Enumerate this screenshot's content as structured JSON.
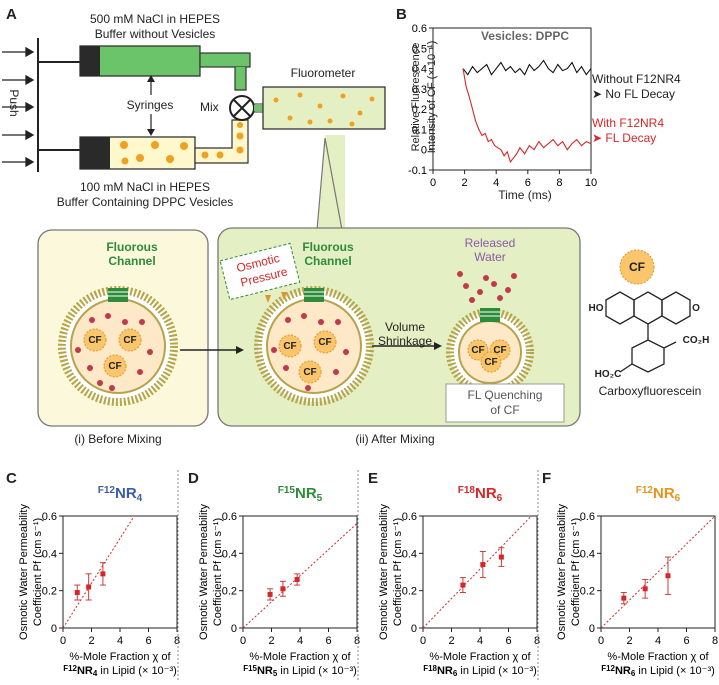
{
  "panels": {
    "A": "A",
    "B": "B",
    "C": "C",
    "D": "D",
    "E": "E",
    "F": "F"
  },
  "setup": {
    "top_syringe_line1": "500 mM NaCl in HEPES",
    "top_syringe_line2": "Buffer without Vesicles",
    "bottom_syringe_line1": "100 mM NaCl in HEPES",
    "bottom_syringe_line2": "Buffer Containing DPPC Vesicles",
    "syringes": "Syringes",
    "mix": "Mix",
    "push": "Push",
    "fluorometer": "Fluorometer"
  },
  "schematic": {
    "fluorous_channel_line1": "Fluorous",
    "fluorous_channel_line2": "Channel",
    "osmotic_line1": "Osmotic",
    "osmotic_line2": "Pressure",
    "volume_line1": "Volume",
    "volume_line2": "Shrinkage",
    "released_line1": "Released",
    "released_line2": "Water",
    "cf": "CF",
    "fl_quench_line1": "FL Quenching",
    "fl_quench_line2": "of CF",
    "before": "(i) Before Mixing",
    "after": "(ii) After Mixing",
    "carboxy": "Carboxyfluorescein",
    "ho": "HO",
    "o": "O",
    "co2h": "CO₂H",
    "ho2c": "HO₂C"
  },
  "chart_b": {
    "title": "Vesicles: DPPC",
    "ylabel_line1": "Relative Fluorescence",
    "ylabel_line2": "Intensity of CF (× 10⁻¹)",
    "xlabel": "Time (ms)",
    "without_line1": "Without F12NR4",
    "without_line2": "➤ No FL Decay",
    "with_line1": "With F12NR4",
    "with_line2": "➤ FL Decay",
    "color_without": "#111111",
    "color_with": "#d62728"
  },
  "chart_data": [
    {
      "type": "line",
      "xlabel": "Time (ms)",
      "ylabel": "Relative Fluorescence Intensity of CF (× 10⁻¹)",
      "xlim": [
        0,
        10
      ],
      "ylim": [
        -0.1,
        0.6
      ],
      "xticks": [
        0,
        2,
        4,
        6,
        8,
        10
      ],
      "yticks": [
        -0.1,
        0,
        0.1,
        0.2,
        0.3,
        0.4,
        0.5,
        0.6
      ],
      "series": [
        {
          "name": "Without F12NR4",
          "x": [
            1.9,
            2.2,
            2.5,
            2.8,
            3.1,
            3.4,
            3.7,
            4.0,
            4.3,
            4.6,
            4.9,
            5.2,
            5.5,
            5.8,
            6.1,
            6.4,
            6.7,
            7.0,
            7.3,
            7.6,
            7.9,
            8.2,
            8.5,
            8.8,
            9.1,
            9.4,
            9.7,
            10.0
          ],
          "y": [
            0.4,
            0.37,
            0.41,
            0.38,
            0.4,
            0.42,
            0.37,
            0.4,
            0.43,
            0.39,
            0.41,
            0.38,
            0.4,
            0.37,
            0.42,
            0.39,
            0.41,
            0.44,
            0.4,
            0.38,
            0.42,
            0.39,
            0.4,
            0.43,
            0.38,
            0.41,
            0.37,
            0.4
          ]
        },
        {
          "name": "With F12NR4",
          "x": [
            1.9,
            2.1,
            2.3,
            2.5,
            2.7,
            2.9,
            3.1,
            3.3,
            3.5,
            3.7,
            3.9,
            4.1,
            4.3,
            4.5,
            4.7,
            4.9,
            5.1,
            5.3,
            5.5,
            5.8,
            6.1,
            6.4,
            6.7,
            7.0,
            7.3,
            7.6,
            7.9,
            8.2,
            8.5,
            8.8,
            9.1,
            9.4,
            9.7,
            10.0
          ],
          "y": [
            0.4,
            0.31,
            0.26,
            0.2,
            0.14,
            0.1,
            0.07,
            0.08,
            0.04,
            0.05,
            0.02,
            0.01,
            0.0,
            -0.03,
            -0.01,
            -0.06,
            -0.04,
            -0.02,
            0.01,
            -0.02,
            0.02,
            0.0,
            0.04,
            0.01,
            0.03,
            0.05,
            0.02,
            0.04,
            0.0,
            0.03,
            0.05,
            0.02,
            0.04,
            0.03
          ]
        }
      ]
    },
    {
      "type": "scatter",
      "title": "F12NR4",
      "x": [
        1.0,
        1.8,
        2.8
      ],
      "y": [
        0.19,
        0.22,
        0.29
      ],
      "yerr": [
        0.04,
        0.07,
        0.06
      ],
      "fit_line": {
        "x": [
          0,
          5
        ],
        "y": [
          0,
          0.6
        ]
      },
      "xlim": [
        0,
        8
      ],
      "ylim": [
        0,
        0.6
      ]
    },
    {
      "type": "scatter",
      "title": "F15NR5",
      "x": [
        1.9,
        2.8,
        3.8
      ],
      "y": [
        0.18,
        0.21,
        0.26
      ],
      "yerr": [
        0.03,
        0.04,
        0.03
      ],
      "fit_line": {
        "x": [
          0,
          8
        ],
        "y": [
          0,
          0.56
        ]
      },
      "xlim": [
        0,
        8
      ],
      "ylim": [
        0,
        0.6
      ]
    },
    {
      "type": "scatter",
      "title": "F18NR6",
      "x": [
        2.8,
        4.2,
        5.5
      ],
      "y": [
        0.23,
        0.34,
        0.38
      ],
      "yerr": [
        0.04,
        0.07,
        0.05
      ],
      "fit_line": {
        "x": [
          0,
          7.6
        ],
        "y": [
          0,
          0.6
        ]
      },
      "xlim": [
        0,
        8
      ],
      "ylim": [
        0,
        0.6
      ]
    },
    {
      "type": "scatter",
      "title": "F12NR6",
      "x": [
        1.6,
        3.1,
        4.7
      ],
      "y": [
        0.16,
        0.21,
        0.28
      ],
      "yerr": [
        0.03,
        0.05,
        0.1
      ],
      "fit_line": {
        "x": [
          0,
          8
        ],
        "y": [
          0,
          0.6
        ]
      },
      "xlim": [
        0,
        8
      ],
      "ylim": [
        0,
        0.6
      ]
    }
  ],
  "small_charts": [
    {
      "prefix": "F12",
      "main": "NR",
      "sub": "4",
      "color": "#3a5ca8",
      "xlab_line1": "%-Mole Fraction χ of",
      "xlab_sup": "F12",
      "xlab_main": "NR",
      "xlab_sub": "4",
      "xlab_tail": " in Lipid (× 10⁻³)"
    },
    {
      "prefix": "F15",
      "main": "NR",
      "sub": "5",
      "color": "#2e8b3a",
      "xlab_line1": "%-Mole Fraction χ of",
      "xlab_sup": "F15",
      "xlab_main": "NR",
      "xlab_sub": "5",
      "xlab_tail": " in Lipid (× 10⁻³)"
    },
    {
      "prefix": "F18",
      "main": "NR",
      "sub": "6",
      "color": "#d62728",
      "xlab_line1": "%-Mole Fraction χ of",
      "xlab_sup": "F18",
      "xlab_main": "NR",
      "xlab_sub": "6",
      "xlab_tail": " in Lipid (× 10⁻³)"
    },
    {
      "prefix": "F12",
      "main": "NR",
      "sub": "6",
      "color": "#e8931e",
      "xlab_line1": "%-Mole Fraction χ of",
      "xlab_sup": "F12",
      "xlab_main": "NR",
      "xlab_sub": "6",
      "xlab_tail": " in Lipid (× 10⁻³)"
    }
  ],
  "small_ylabel_line1": "Osmotic Water Permeability",
  "small_ylabel_line2": "Coefficient Pf (cm s⁻¹)",
  "colors": {
    "green_fill": "#6cc46a",
    "panel_bg": "#fbf8dc",
    "panel_green": "#e4efc4",
    "orange": "#f0a022",
    "red": "#d62728"
  }
}
